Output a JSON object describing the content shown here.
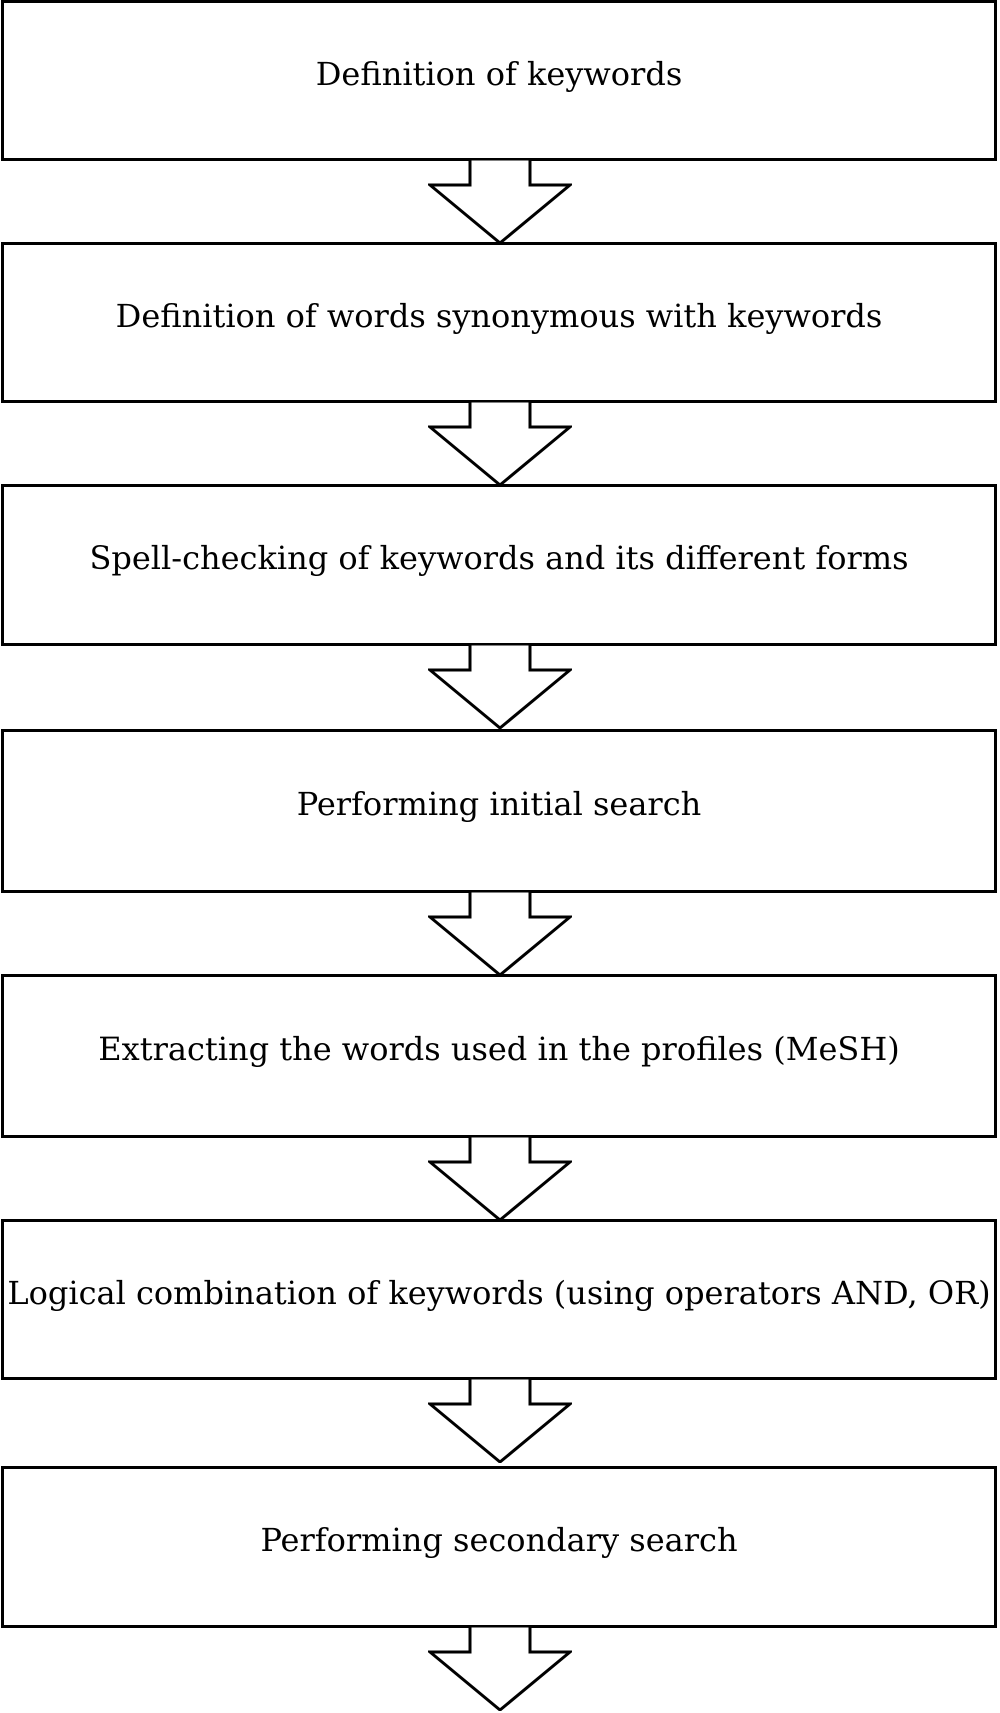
{
  "steps": [
    {
      "label": "Definition of keywords"
    },
    {
      "label": "Definition of words synonymous with keywords"
    },
    {
      "label": "Spell-checking of keywords and its different forms"
    },
    {
      "label": "Performing initial search"
    },
    {
      "label": "Extracting the words used in the profiles (MeSH)"
    },
    {
      "label": "Logical combination of keywords (using operators AND, OR)"
    },
    {
      "label": "Performing secondary search"
    }
  ],
  "arrow_icon": "down-arrow-icon",
  "colors": {
    "stroke": "#000000",
    "background": "#ffffff"
  }
}
